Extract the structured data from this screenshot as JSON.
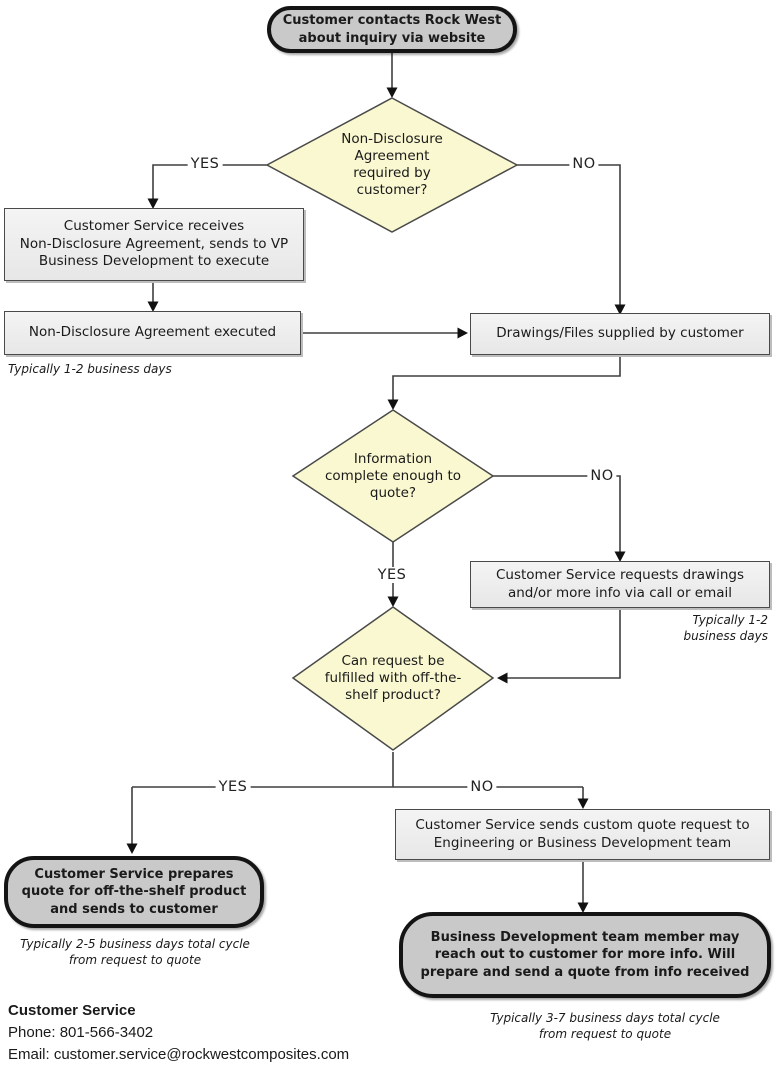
{
  "nodes": {
    "start": "Customer contacts Rock West\nabout inquiry via website",
    "nda_decision": "Non-Disclosure\nAgreement\nrequired by\ncustomer?",
    "nda_receive": "Customer Service receives\nNon-Disclosure Agreement, sends to VP\nBusiness Development to execute",
    "nda_executed": "Non-Disclosure Agreement executed",
    "drawings_supplied": "Drawings/Files supplied by customer",
    "info_decision": "Information\ncomplete enough to\nquote?",
    "request_more_info": "Customer Service requests drawings\nand/or more info via call or email",
    "offshelf_decision": "Can request be\nfulfilled with off-the-\nshelf product?",
    "prepare_quote": "Customer Service prepares\nquote for off-the-shelf product\nand sends to customer",
    "custom_quote_request": "Customer Service sends custom quote request to\nEngineering or Business Development team",
    "bd_outreach": "Business Development team member may\nreach out to customer for more info. Will\nprepare and send a quote from info received"
  },
  "branch_labels": {
    "nda_yes": "YES",
    "nda_no": "NO",
    "info_yes": "YES",
    "info_no": "NO",
    "offshelf_yes": "YES",
    "offshelf_no": "NO"
  },
  "notes": {
    "nda_cycle": "Typically 1-2 business days",
    "info_cycle": "Typically 1-2\nbusiness days",
    "offshelf_cycle": "Typically 2-5 business days total cycle\nfrom request to quote",
    "custom_cycle": "Typically 3-7 business days total cycle\nfrom request to quote"
  },
  "contact": {
    "title": "Customer Service",
    "phone": "Phone: 801-566-3402",
    "email": "Email: customer.service@rockwestcomposites.com"
  },
  "colors": {
    "decision_fill": "#faf8d0",
    "decision_stroke": "#4a4a4a",
    "terminal_fill": "#c9c9c9",
    "process_fill": "#ededed",
    "line": "#3f3f3f",
    "arrow": "#111111"
  }
}
